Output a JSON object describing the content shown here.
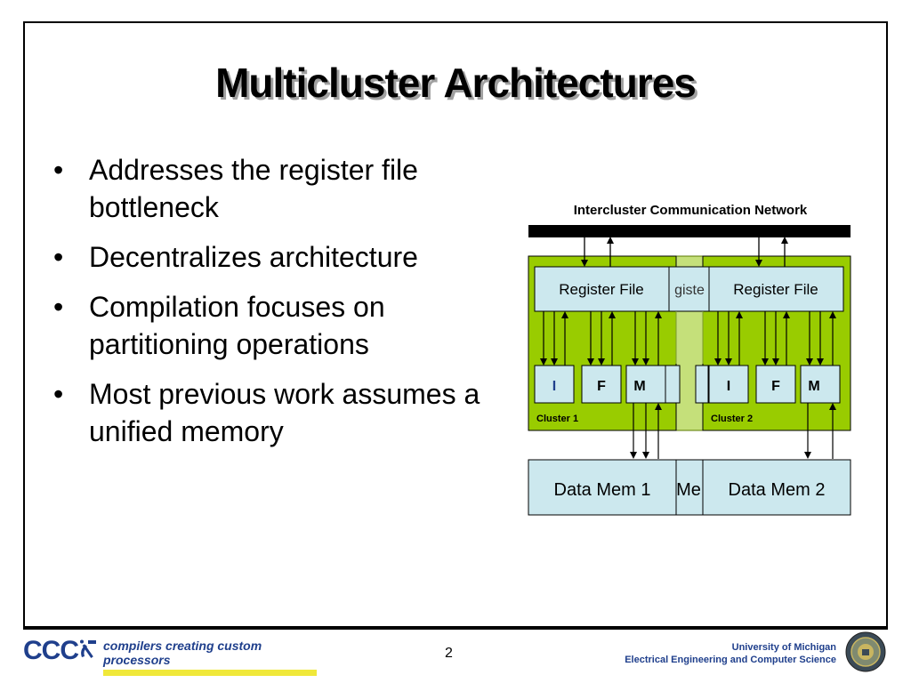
{
  "slide": {
    "title": "Multicluster Architectures",
    "bullets": [
      "Addresses the register file bottleneck",
      "Decentralizes architecture",
      "Compilation focuses on partitioning operations",
      "Most previous work assumes a unified memory"
    ],
    "bullet_symbol": "•"
  },
  "diagram": {
    "network_label": "Intercluster Communication Network",
    "clusters": [
      {
        "name": "Cluster 1",
        "register_file": "Register File",
        "units": [
          "I",
          "F",
          "M"
        ],
        "memory": "Data Mem 1"
      },
      {
        "name": "Cluster 2",
        "register_file": "Register File",
        "units": [
          "I",
          "F",
          "M"
        ],
        "memory": "Data Mem 2"
      }
    ],
    "ghost_text": {
      "register": "giste",
      "memory": "Me"
    },
    "colors": {
      "cluster_fill": "#99cc00",
      "box_fill": "#cce8ee",
      "network_bar": "#000000",
      "ghost_fill": "#c5e07a"
    }
  },
  "footer": {
    "logo_text": "CCC",
    "tagline": "compilers creating custom processors",
    "page_number": "2",
    "university": "University of Michigan",
    "department": "Electrical Engineering and Computer Science",
    "seal_icon": "university-seal-icon"
  }
}
